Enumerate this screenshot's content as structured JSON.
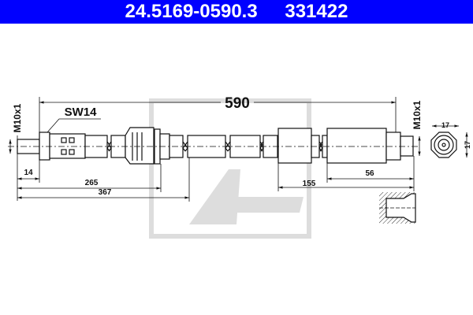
{
  "header": {
    "part_number": "24.5169-0590.3",
    "ref_number": "331422",
    "background": "#0000ff"
  },
  "drawing": {
    "total_length": "590",
    "wrench_size": "SW14",
    "thread_left": "M10x1",
    "thread_right": "M10x1",
    "dims_left": [
      "14",
      "265",
      "367"
    ],
    "dims_right": [
      "56",
      "155"
    ],
    "end_view_width": "17",
    "end_view_height": "17",
    "watermark": "Ate"
  }
}
